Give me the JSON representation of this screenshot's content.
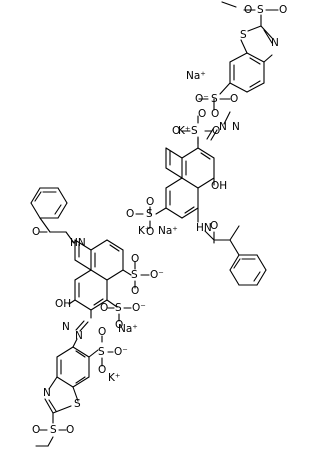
{
  "structure": {
    "ions": {
      "sodium_1": "Na⁺",
      "sodium_2": "Na⁺",
      "sodium_3": "Na⁺",
      "potassium_1": "K⁺",
      "potassium_2": "K⁺",
      "potassium_3": "K⁺"
    },
    "labels": {
      "sulfonate_anion": "O⁻",
      "oxygen": "O",
      "sulfur": "S",
      "nitrogen": "N",
      "amide_nh": "HN",
      "hydroxyl": "OH"
    }
  }
}
